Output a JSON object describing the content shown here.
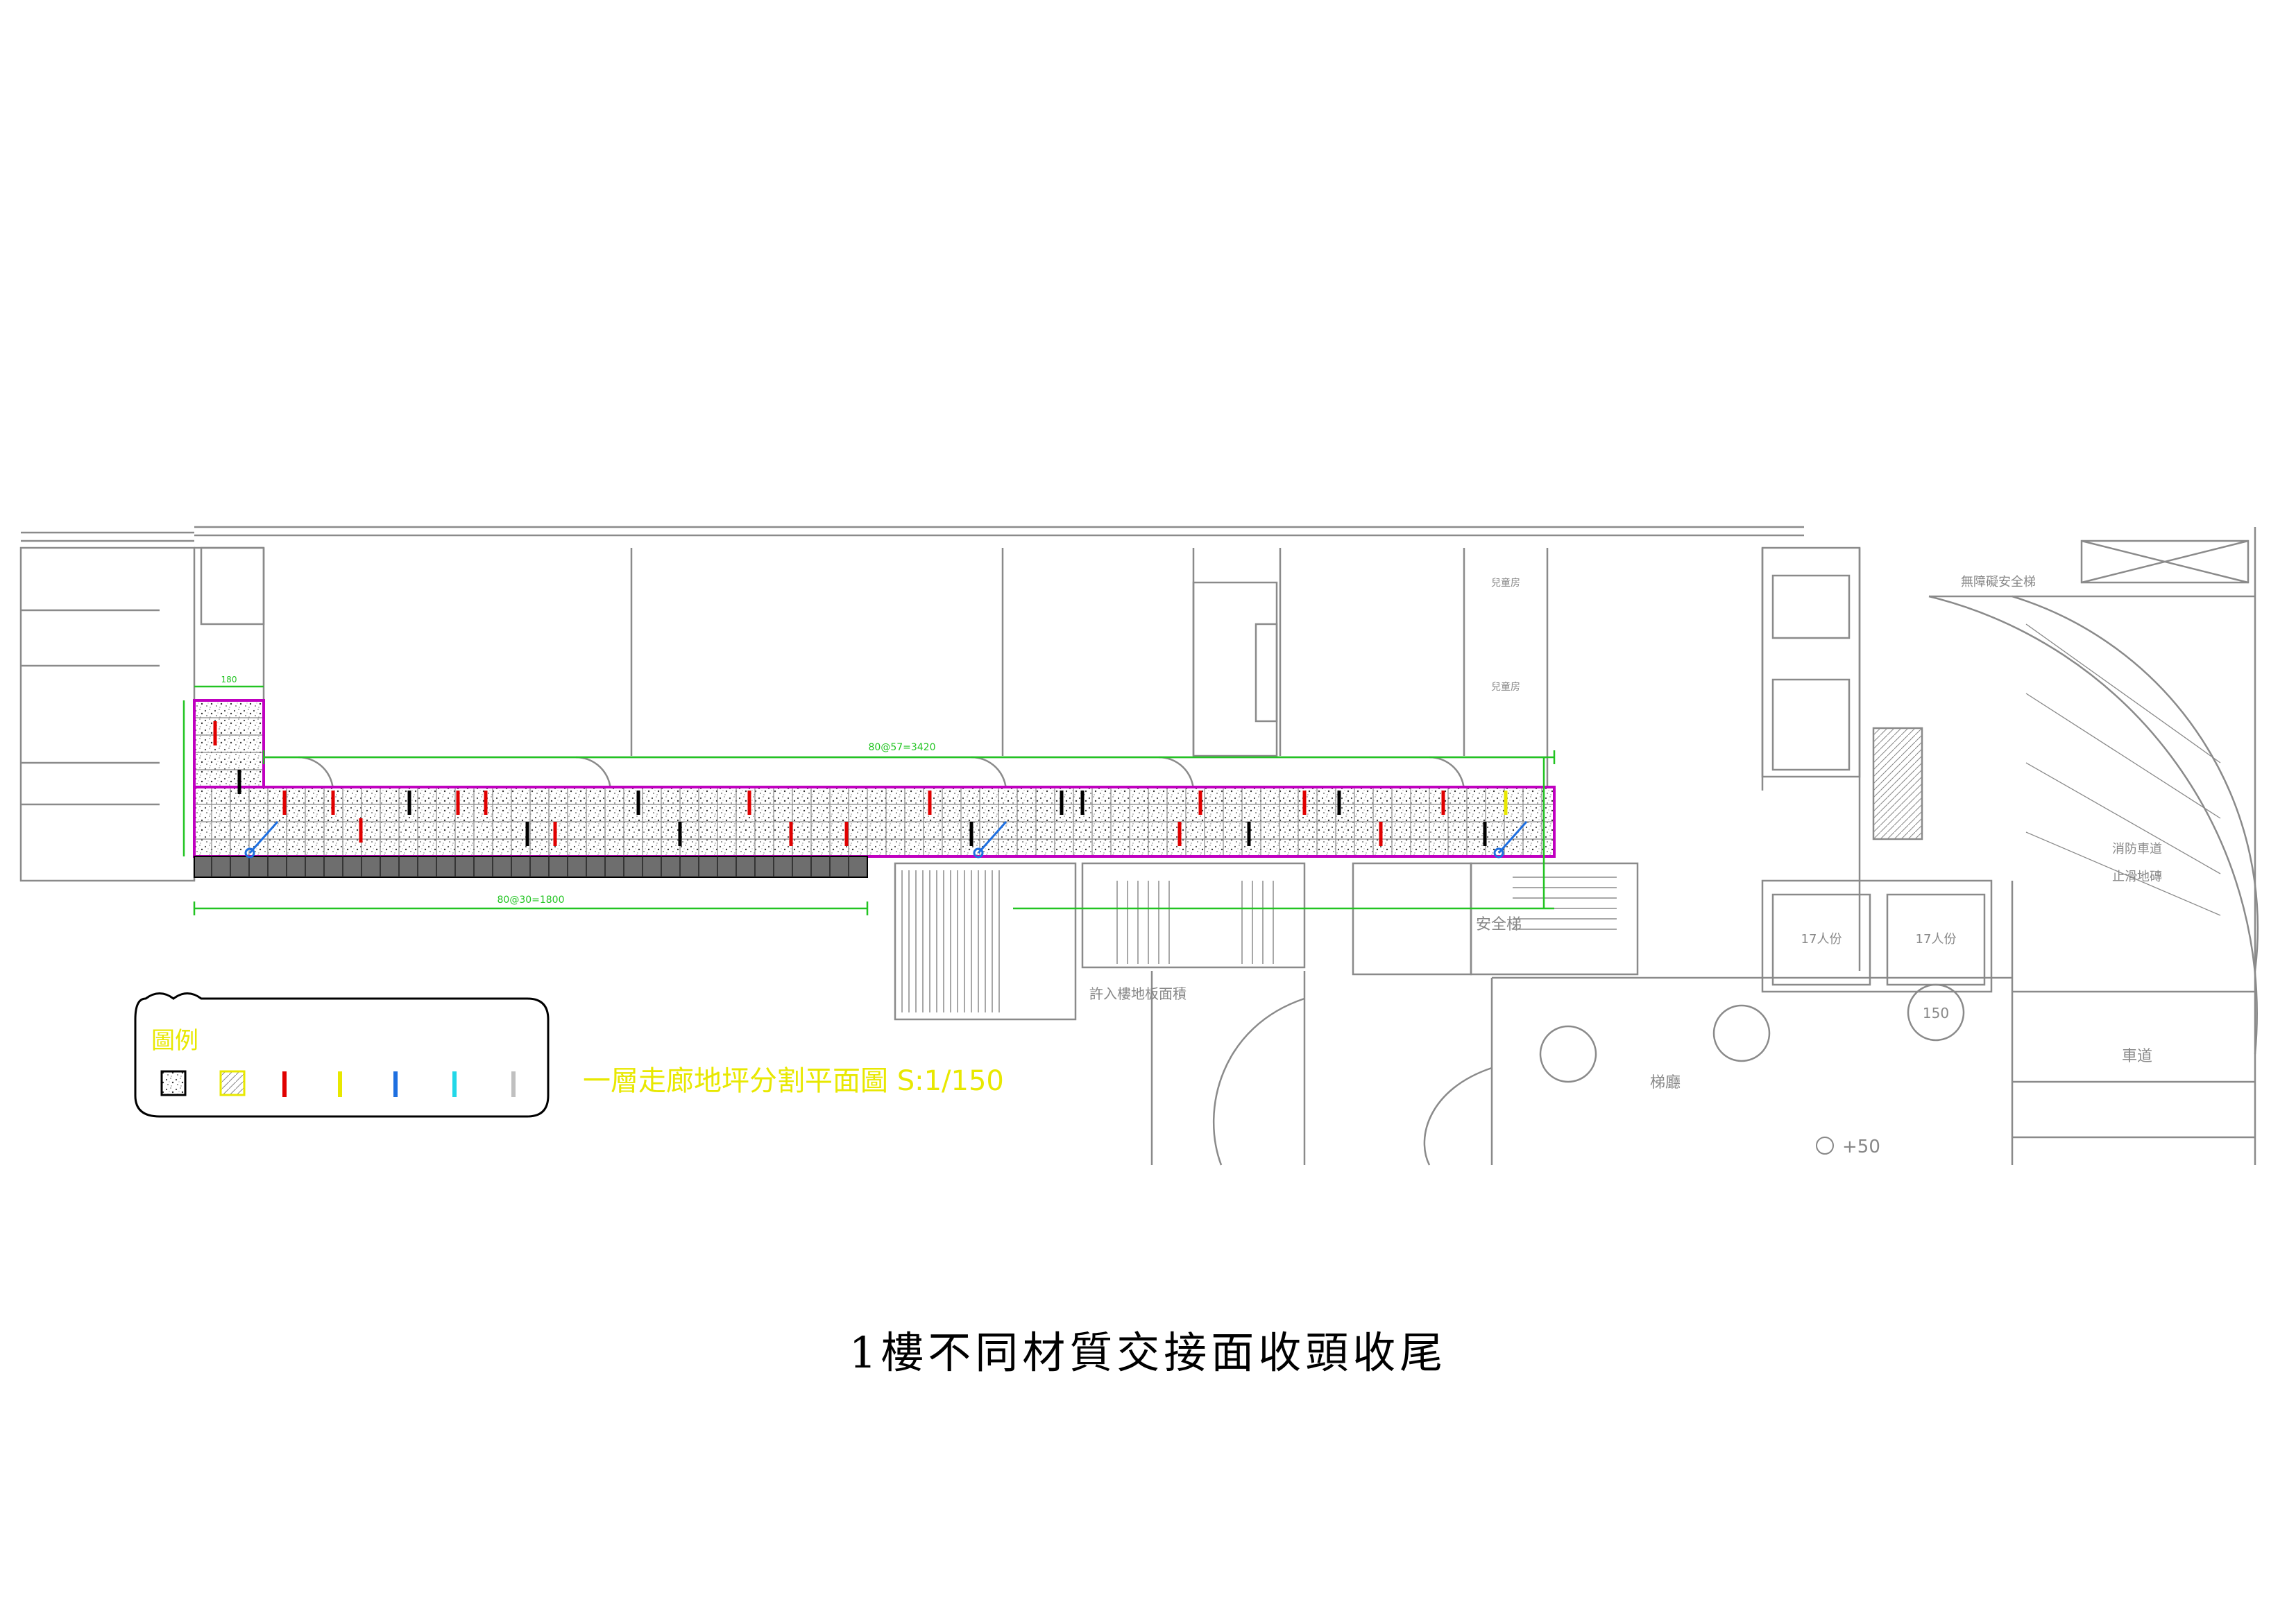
{
  "caption": "1樓不同材質交接面收頭收尾",
  "plan_title": "一層走廊地坪分割平面圖 S:1/150",
  "legend": {
    "title": "圖例",
    "items": [
      {
        "icon": "granite-tile-icon",
        "color": "#000000"
      },
      {
        "icon": "stone-tile-icon",
        "color": "#e8e800"
      },
      {
        "icon": "red-marker-icon",
        "color": "#e00000"
      },
      {
        "icon": "yellow-marker-icon",
        "color": "#e8e800"
      },
      {
        "icon": "blue-marker-icon",
        "color": "#1e6fe0"
      },
      {
        "icon": "cyan-marker-icon",
        "color": "#22d8e8"
      },
      {
        "icon": "gray-marker-icon",
        "color": "#c0c0c0"
      }
    ]
  },
  "dimensions": {
    "top": "80@57=3420",
    "bottom": "80@30=1800",
    "left_stub": "180"
  },
  "room_labels": {
    "stair_mid": "安全梯",
    "lift_a": "17人份",
    "lift_b": "17人份",
    "ramp": "車道",
    "corridor": "梯廳",
    "elevator_pit": "150",
    "level_mark": "+50",
    "notice": "許入樓地板面積",
    "child_room_a": "兒童房",
    "child_room_b": "兒童房",
    "fire_stair": "無障礙安全梯",
    "ramp_spec_a": "消防車道",
    "ramp_spec_b": "止滑地磚"
  },
  "colors": {
    "wall": "#8a8a8a",
    "magenta": "#c000c0",
    "green": "#22c422",
    "yellow": "#e8e800",
    "red": "#e00000",
    "black": "#000000",
    "blue": "#1e6fe0"
  }
}
